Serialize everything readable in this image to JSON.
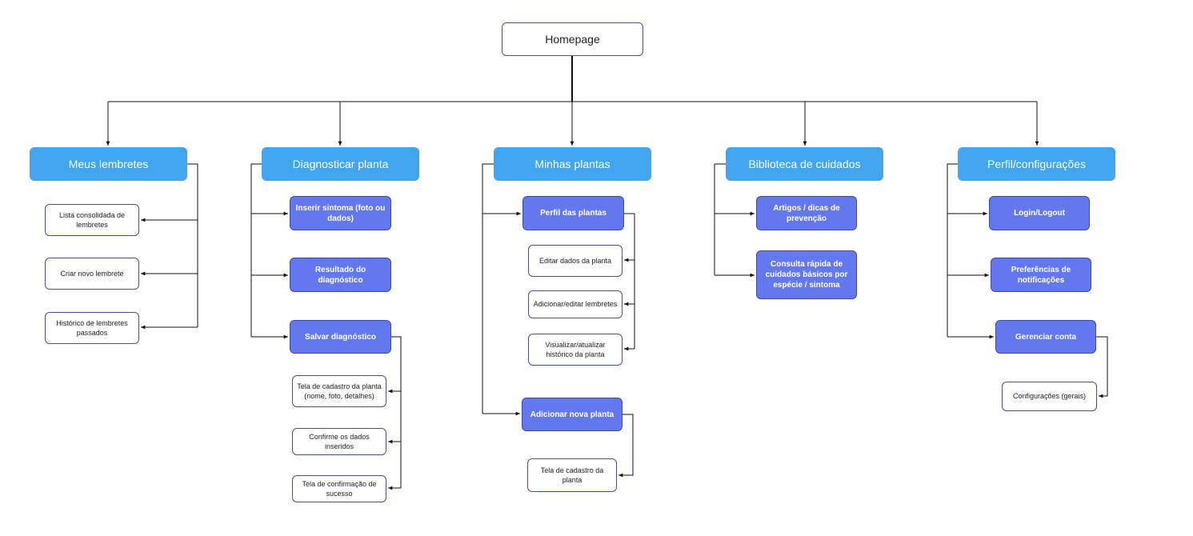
{
  "root": {
    "label": "Homepage"
  },
  "categories": [
    {
      "label": "Meus lembretes",
      "children": [
        {
          "label": "Lista consolidada de lembretes"
        },
        {
          "label": "Criar novo lembrete"
        },
        {
          "label": "Histórico de lembretes passados"
        }
      ]
    },
    {
      "label": "Diagnosticar planta",
      "children": [
        {
          "label": "Inserir sintoma (foto ou dados)"
        },
        {
          "label": "Resultado do diagnóstico"
        },
        {
          "label": "Salvar diagnóstico",
          "children": [
            {
              "label": "Tela de cadastro da planta (nome, foto, detalhes)"
            },
            {
              "label": "Confirme os dados inseridos"
            },
            {
              "label": "Tela de confirmação de sucesso"
            }
          ]
        }
      ]
    },
    {
      "label": "Minhas plantas",
      "children": [
        {
          "label": "Perfil das plantas",
          "children": [
            {
              "label": "Editar dados da planta"
            },
            {
              "label": "Adicionar/editar lembretes"
            },
            {
              "label": "Visualizar/atualizar histórico da planta"
            }
          ]
        },
        {
          "label": "Adicionar nova planta",
          "children": [
            {
              "label": "Tela de cadastro da planta"
            }
          ]
        }
      ]
    },
    {
      "label": "Biblioteca de cuidados",
      "children": [
        {
          "label": "Artigos / dicas de prevenção"
        },
        {
          "label": "Consulta rápida de cuidados básicos por espécie / sintoma"
        }
      ]
    },
    {
      "label": "Perfil/configurações",
      "children": [
        {
          "label": "Login/Logout"
        },
        {
          "label": "Preferências de notificações"
        },
        {
          "label": "Gerenciar conta",
          "children": [
            {
              "label": "Configurações (gerais)"
            }
          ]
        }
      ]
    }
  ],
  "colors": {
    "category_fill": "#42a5f0",
    "action_fill": "#6378ef",
    "action_border": "#3b4aa8",
    "outline": "#4a4e8c",
    "connector": "#000000"
  }
}
